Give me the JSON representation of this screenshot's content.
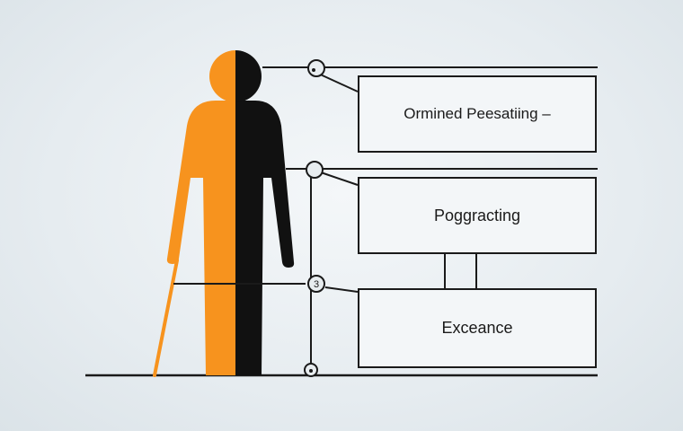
{
  "diagram": {
    "nodes": [
      {
        "label": "Ormined Peesatiing –"
      },
      {
        "label": "Poggracting"
      },
      {
        "label": "Exceance"
      }
    ],
    "markers": [
      "",
      "",
      "3",
      ""
    ],
    "colors": {
      "accent": "#f7931e",
      "ink": "#1a1a1a",
      "box_fill": "#f3f6f8",
      "background": "#e6ecf0"
    },
    "figure": {
      "icon": "person-with-cane-icon",
      "left_half_color": "#f7931e",
      "right_half_color": "#111111"
    }
  }
}
